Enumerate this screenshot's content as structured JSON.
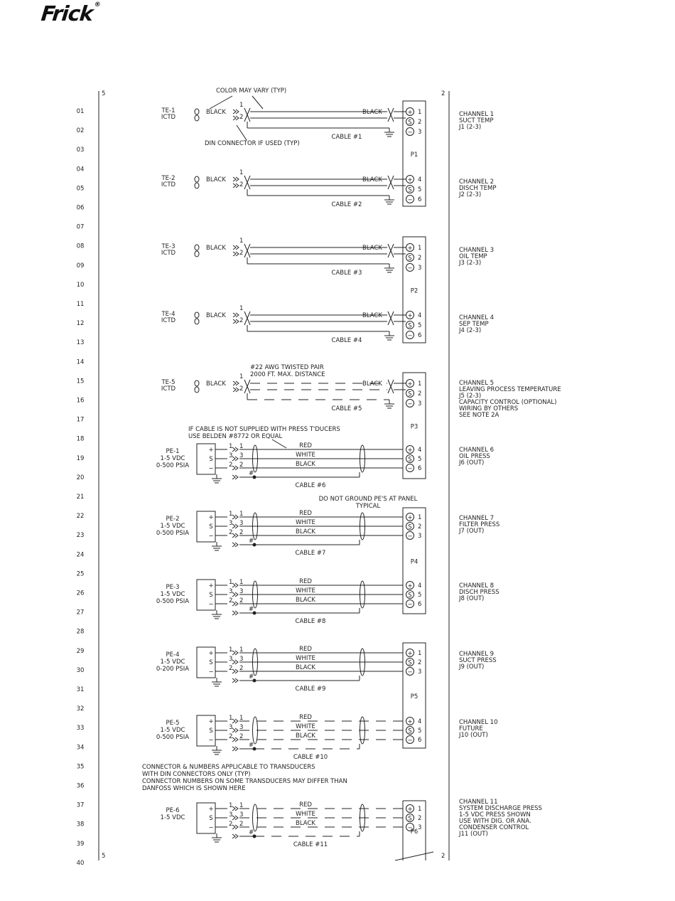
{
  "logo": "Frick",
  "border": {
    "left_top": "5",
    "left_bottom": "5",
    "right_top": "2",
    "right_bottom": "2"
  },
  "row_numbers": [
    "01",
    "02",
    "03",
    "04",
    "05",
    "06",
    "07",
    "08",
    "09",
    "10",
    "11",
    "12",
    "13",
    "14",
    "15",
    "16",
    "17",
    "18",
    "19",
    "20",
    "21",
    "22",
    "23",
    "24",
    "25",
    "26",
    "27",
    "28",
    "29",
    "30",
    "31",
    "32",
    "33",
    "34",
    "35",
    "36",
    "37",
    "38",
    "39",
    "40"
  ],
  "callouts": {
    "color_may_vary": "COLOR MAY VARY (TYP)",
    "din_connector": "DIN CONNECTOR IF USED (TYP)",
    "twisted_pair": [
      "#22 AWG TWISTED PAIR",
      "2000 FT. MAX. DISTANCE"
    ],
    "belden": [
      "IF CABLE IS NOT SUPPLIED WITH PRESS T'DUCERS",
      "USE BELDEN #8772 OR EQUAL"
    ],
    "no_ground": [
      "DO NOT GROUND PE'S AT PANEL",
      "TYPICAL"
    ],
    "connector_note": [
      "CONNECTOR & NUMBERS APPLICABLE TO TRANSDUCERS",
      "WITH DIN CONNECTORS ONLY (TYP)",
      "CONNECTOR NUMBERS ON SOME TRANSDUCERS MAY DIFFER THAN",
      "DANFOSS WHICH IS SHOWN HERE"
    ]
  },
  "wire_colors": {
    "black": "BLACK",
    "red": "RED",
    "white": "WHITE"
  },
  "pin_labels": {
    "plus": "+",
    "s": "S",
    "minus": "−",
    "ground": "⏚"
  },
  "panels": [
    "P1",
    "P2",
    "P3",
    "P4",
    "P5",
    "P6"
  ],
  "temp_sensors": [
    {
      "tag": "TE-1",
      "type": "ICTD",
      "cable": "CABLE #1",
      "terminals": [
        "1",
        "2",
        "3"
      ],
      "channel": [
        "CHANNEL 1",
        "SUCT TEMP",
        "J1 (2-3)"
      ]
    },
    {
      "tag": "TE-2",
      "type": "ICTD",
      "cable": "CABLE #2",
      "terminals": [
        "4",
        "5",
        "6"
      ],
      "channel": [
        "CHANNEL 2",
        "DISCH TEMP",
        "J2 (2-3)"
      ]
    },
    {
      "tag": "TE-3",
      "type": "ICTD",
      "cable": "CABLE #3",
      "terminals": [
        "1",
        "2",
        "3"
      ],
      "channel": [
        "CHANNEL 3",
        "OIL TEMP",
        "J3 (2-3)"
      ]
    },
    {
      "tag": "TE-4",
      "type": "ICTD",
      "cable": "CABLE #4",
      "terminals": [
        "4",
        "5",
        "6"
      ],
      "channel": [
        "CHANNEL 4",
        "SEP TEMP",
        "J4 (2-3)"
      ]
    },
    {
      "tag": "TE-5",
      "type": "ICTD",
      "cable": "CABLE #5",
      "terminals": [
        "1",
        "2",
        "3"
      ],
      "channel": [
        "CHANNEL 5",
        "LEAVING PROCESS TEMPERATURE",
        "J5 (2-3)",
        "CAPACITY CONTROL (OPTIONAL)",
        "WIRING BY OTHERS",
        "SEE NOTE 2A"
      ]
    }
  ],
  "press_sensors": [
    {
      "tag": "PE-1",
      "volt": "1-5 VDC",
      "range": "0-500 PSIA",
      "cable": "CABLE #6",
      "terminals": [
        "4",
        "5",
        "6"
      ],
      "channel": [
        "CHANNEL 6",
        "OIL PRESS",
        "J6 (OUT)"
      ]
    },
    {
      "tag": "PE-2",
      "volt": "1-5 VDC",
      "range": "0-500 PSIA",
      "cable": "CABLE #7",
      "terminals": [
        "1",
        "2",
        "3"
      ],
      "channel": [
        "CHANNEL 7",
        "FILTER PRESS",
        "J7 (OUT)"
      ]
    },
    {
      "tag": "PE-3",
      "volt": "1-5 VDC",
      "range": "0-500 PSIA",
      "cable": "CABLE #8",
      "terminals": [
        "4",
        "5",
        "6"
      ],
      "channel": [
        "CHANNEL 8",
        "DISCH PRESS",
        "J8 (OUT)"
      ]
    },
    {
      "tag": "PE-4",
      "volt": "1-5 VDC",
      "range": "0-200 PSIA",
      "cable": "CABLE #9",
      "terminals": [
        "1",
        "2",
        "3"
      ],
      "channel": [
        "CHANNEL 9",
        "SUCT PRESS",
        "J9 (OUT)"
      ]
    },
    {
      "tag": "PE-5",
      "volt": "1-5 VDC",
      "range": "0-500 PSIA",
      "cable": "CABLE #10",
      "terminals": [
        "4",
        "5",
        "6"
      ],
      "channel": [
        "CHANNEL 10",
        "FUTURE",
        "J10 (OUT)"
      ]
    },
    {
      "tag": "PE-6",
      "volt": "1-5 VDC",
      "range": "",
      "cable": "CABLE #11",
      "terminals": [
        "1",
        "2",
        "3"
      ],
      "channel": [
        "CHANNEL 11",
        "SYSTEM DISCHARGE PRESS",
        "1-5 VDC PRESS SHOWN",
        "USE WITH DIG. OR ANA.",
        "CONDENSER CONTROL",
        "J11 (OUT)"
      ]
    }
  ]
}
